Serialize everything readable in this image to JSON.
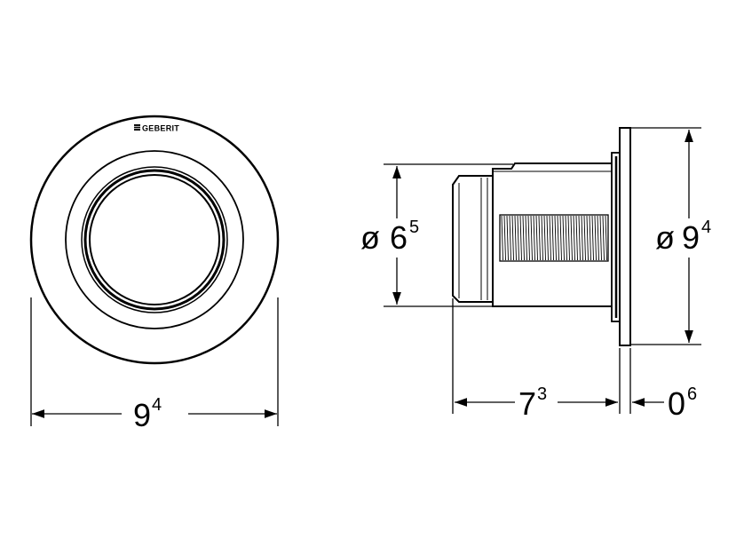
{
  "brand": {
    "logo_text": "GEBERIT"
  },
  "dimensions": {
    "front_width": {
      "main": "9",
      "sup": "4"
    },
    "inner_diameter": {
      "prefix": "ø",
      "main": "6",
      "sup": "5"
    },
    "outer_diameter": {
      "prefix": "ø",
      "main": "9",
      "sup": "4"
    },
    "depth": {
      "main": "7",
      "sup": "3"
    },
    "plate_thickness": {
      "main": "0",
      "sup": "6"
    }
  },
  "colors": {
    "line": "#000000",
    "background": "#ffffff"
  }
}
